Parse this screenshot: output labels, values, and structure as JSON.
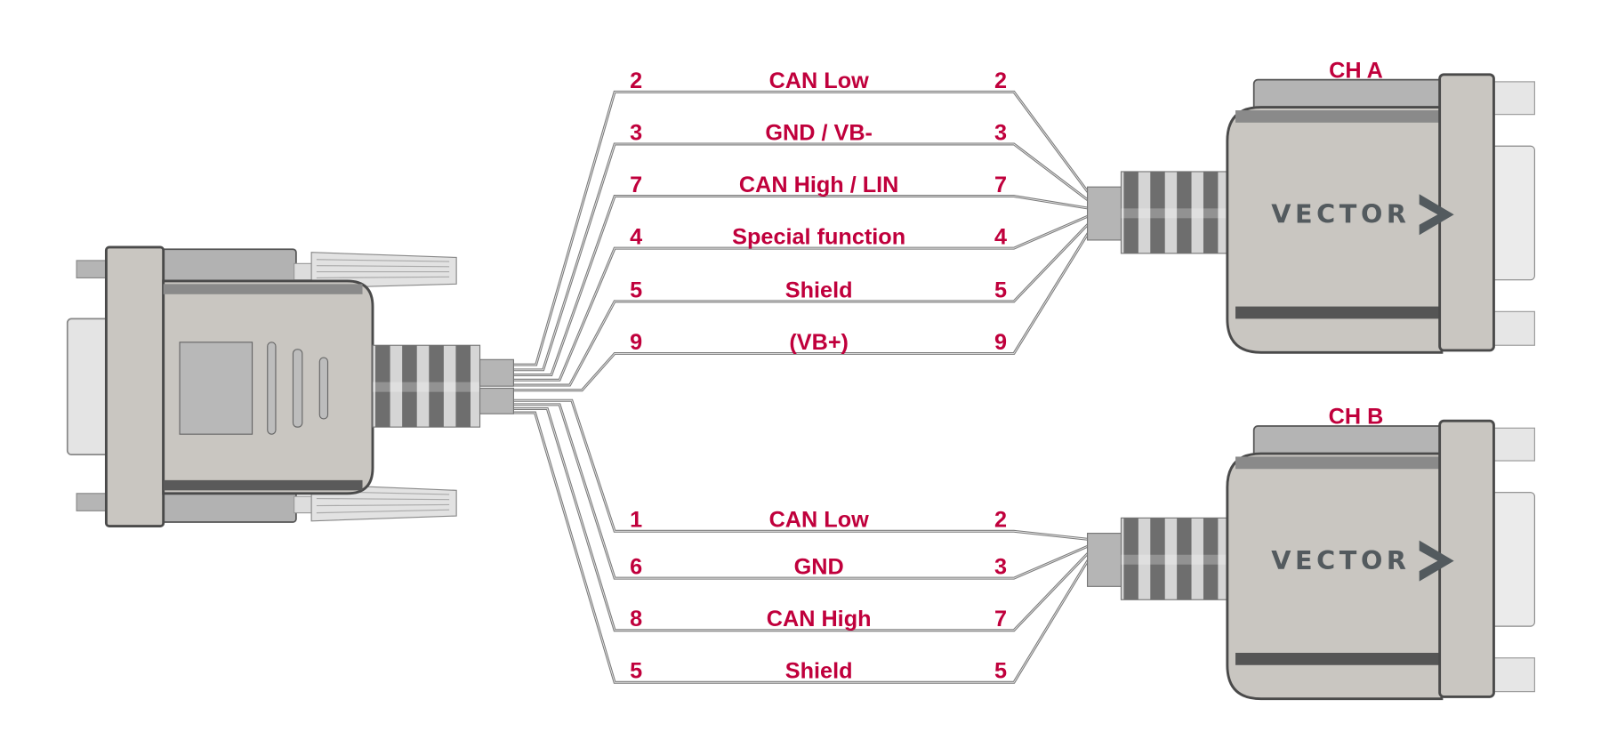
{
  "diagram": {
    "channels": [
      {
        "label": "CH A",
        "logo": "VECTOR",
        "wires": [
          {
            "left_pin": "2",
            "signal": "CAN Low",
            "right_pin": "2"
          },
          {
            "left_pin": "3",
            "signal": "GND / VB-",
            "right_pin": "3"
          },
          {
            "left_pin": "7",
            "signal": "CAN High / LIN",
            "right_pin": "7"
          },
          {
            "left_pin": "4",
            "signal": "Special function",
            "right_pin": "4"
          },
          {
            "left_pin": "5",
            "signal": "Shield",
            "right_pin": "5"
          },
          {
            "left_pin": "9",
            "signal": "(VB+)",
            "right_pin": "9"
          }
        ]
      },
      {
        "label": "CH B",
        "logo": "VECTOR",
        "wires": [
          {
            "left_pin": "1",
            "signal": "CAN Low",
            "right_pin": "2"
          },
          {
            "left_pin": "6",
            "signal": "GND",
            "right_pin": "3"
          },
          {
            "left_pin": "8",
            "signal": "CAN High",
            "right_pin": "7"
          },
          {
            "left_pin": "5",
            "signal": "Shield",
            "right_pin": "5"
          }
        ]
      }
    ],
    "colors": {
      "label": "#c0003c",
      "wire": "#7a7a7a",
      "connector": "#c9c6c1",
      "outline": "#4a4a4a"
    }
  }
}
